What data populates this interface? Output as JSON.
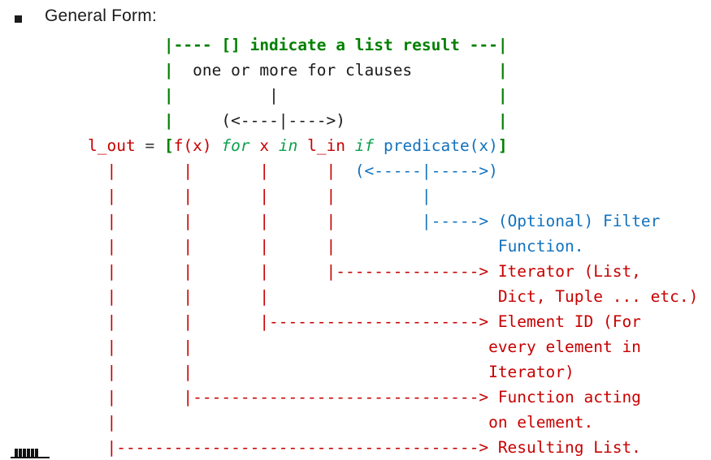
{
  "title": {
    "bullet_glyph": "square",
    "text": "General Form:"
  },
  "colors": {
    "green_box": "#008000",
    "green_keyword": "#0aa14b",
    "red": "#c80000",
    "blue": "#1272be",
    "black": "#1a1a1a"
  },
  "diagram": {
    "description": "ASCII explanation of Python list comprehension general form",
    "lines": [
      {
        "segments": [
          {
            "style": "g",
            "text": "        |---- [] indicate a list result ---|"
          }
        ]
      },
      {
        "segments": [
          {
            "style": "g",
            "text": "        |"
          },
          {
            "style": "k",
            "text": "  one or more for clauses"
          },
          {
            "style": "g",
            "text": "         |"
          }
        ]
      },
      {
        "segments": [
          {
            "style": "g",
            "text": "        |"
          },
          {
            "style": "k",
            "text": "          |"
          },
          {
            "style": "g",
            "text": "                       |"
          }
        ]
      },
      {
        "segments": [
          {
            "style": "g",
            "text": "        |"
          },
          {
            "style": "k",
            "text": "     (<----|---->)"
          },
          {
            "style": "g",
            "text": "                |"
          }
        ]
      },
      {
        "segments": [
          {
            "style": "r",
            "text": "l_out"
          },
          {
            "style": "d",
            "text": " = "
          },
          {
            "style": "g",
            "text": "["
          },
          {
            "style": "r",
            "text": "f(x) "
          },
          {
            "style": "gi",
            "text": "for"
          },
          {
            "style": "r",
            "text": " x "
          },
          {
            "style": "gi",
            "text": "in"
          },
          {
            "style": "r",
            "text": " l_in "
          },
          {
            "style": "gi",
            "text": "if"
          },
          {
            "style": "b",
            "text": " predicate(x)"
          },
          {
            "style": "g",
            "text": "]"
          }
        ]
      },
      {
        "segments": [
          {
            "style": "r",
            "text": "  |       |       |      |"
          },
          {
            "style": "b",
            "text": "  (<-----|----->)"
          }
        ]
      },
      {
        "segments": [
          {
            "style": "r",
            "text": "  |       |       |      |"
          },
          {
            "style": "b",
            "text": "         |"
          }
        ]
      },
      {
        "segments": [
          {
            "style": "r",
            "text": "  |       |       |      |"
          },
          {
            "style": "b",
            "text": "         |-----> (Optional) Filter"
          }
        ]
      },
      {
        "segments": [
          {
            "style": "r",
            "text": "  |       |       |      |"
          },
          {
            "style": "b",
            "text": "                 Function."
          }
        ]
      },
      {
        "segments": [
          {
            "style": "r",
            "text": "  |       |       |      |---------------> Iterator (List,"
          }
        ]
      },
      {
        "segments": [
          {
            "style": "r",
            "text": "  |       |       |                        Dict, Tuple ... etc.)"
          }
        ]
      },
      {
        "segments": [
          {
            "style": "r",
            "text": "  |       |       |----------------------> Element ID (For"
          }
        ]
      },
      {
        "segments": [
          {
            "style": "r",
            "text": "  |       |                               every element in"
          }
        ]
      },
      {
        "segments": [
          {
            "style": "r",
            "text": "  |       |                               Iterator)"
          }
        ]
      },
      {
        "segments": [
          {
            "style": "r",
            "text": "  |       |------------------------------> Function acting"
          }
        ]
      },
      {
        "segments": [
          {
            "style": "r",
            "text": "  |                                       on element."
          }
        ]
      },
      {
        "segments": [
          {
            "style": "r",
            "text": "  |--------------------------------------> Resulting List."
          }
        ]
      }
    ]
  }
}
